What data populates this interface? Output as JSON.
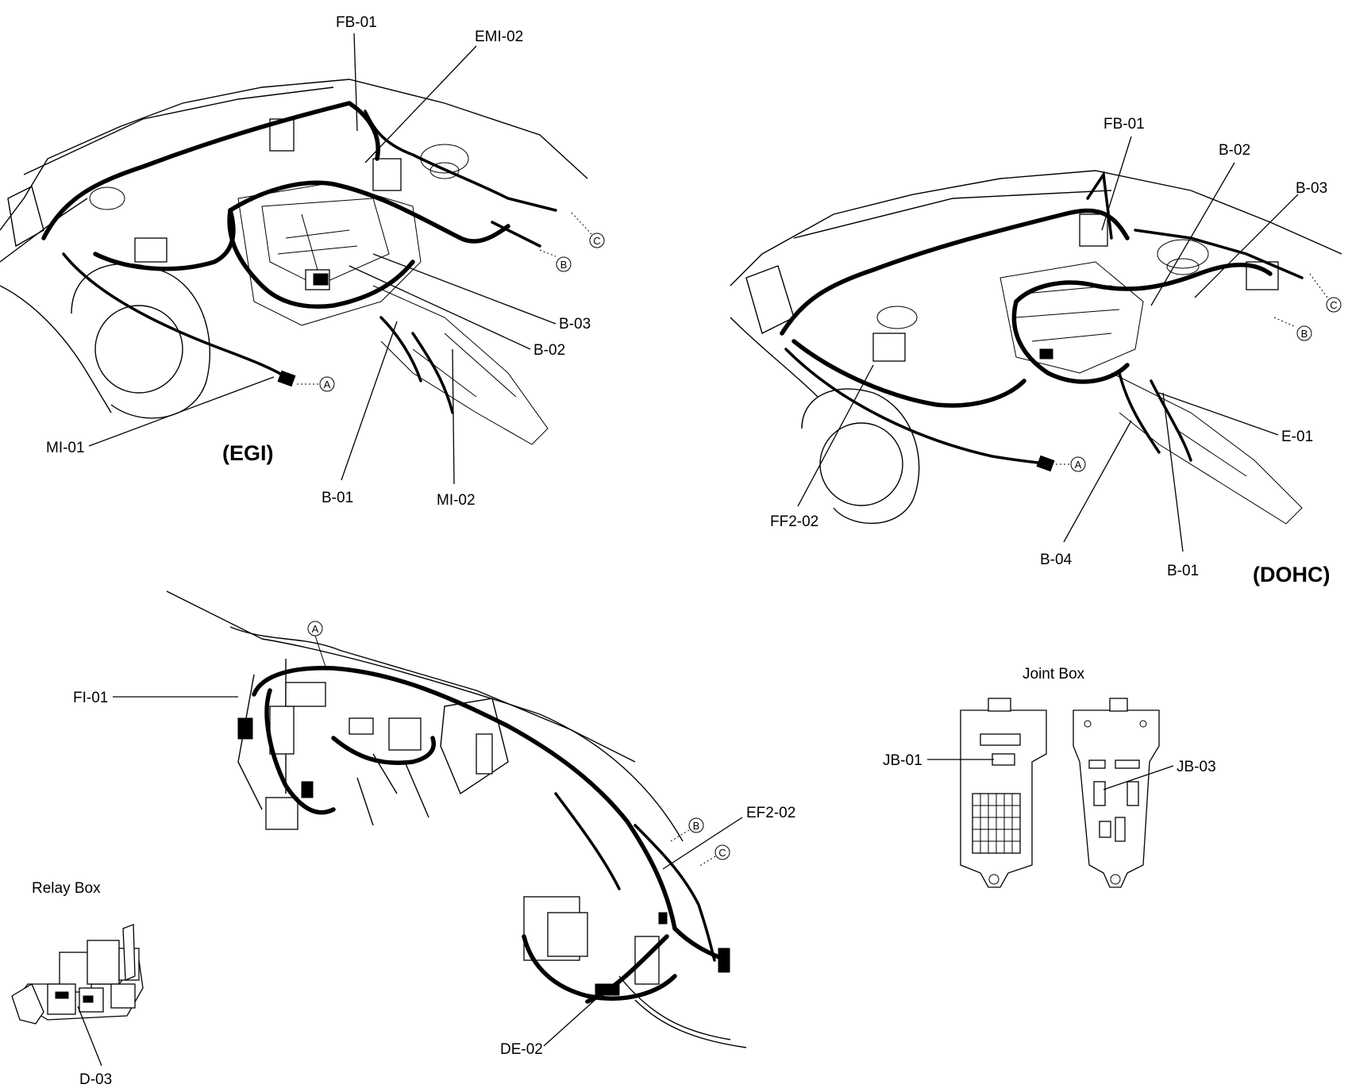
{
  "labels": {
    "egi": {
      "title": "(EGI)",
      "fb01": "FB-01",
      "emi02": "EMI-02",
      "b03": "B-03",
      "b02": "B-02",
      "mi01": "MI-01",
      "b01": "B-01",
      "mi02": "MI-02",
      "conn_a": "A",
      "conn_b": "B",
      "conn_c": "C"
    },
    "dohc": {
      "title": "(DOHC)",
      "fb01": "FB-01",
      "b02": "B-02",
      "b03": "B-03",
      "e01": "E-01",
      "ff202": "FF2-02",
      "b04": "B-04",
      "b01": "B-01",
      "conn_a": "A",
      "conn_b": "B",
      "conn_c": "C"
    },
    "dash": {
      "fi01": "FI-01",
      "ef202": "EF2-02",
      "de02": "DE-02",
      "conn_a": "A",
      "conn_b": "B",
      "conn_c": "C"
    },
    "relay_box": {
      "title": "Relay Box",
      "d03": "D-03"
    },
    "joint_box": {
      "title": "Joint Box",
      "jb01": "JB-01",
      "jb03": "JB-03"
    }
  }
}
